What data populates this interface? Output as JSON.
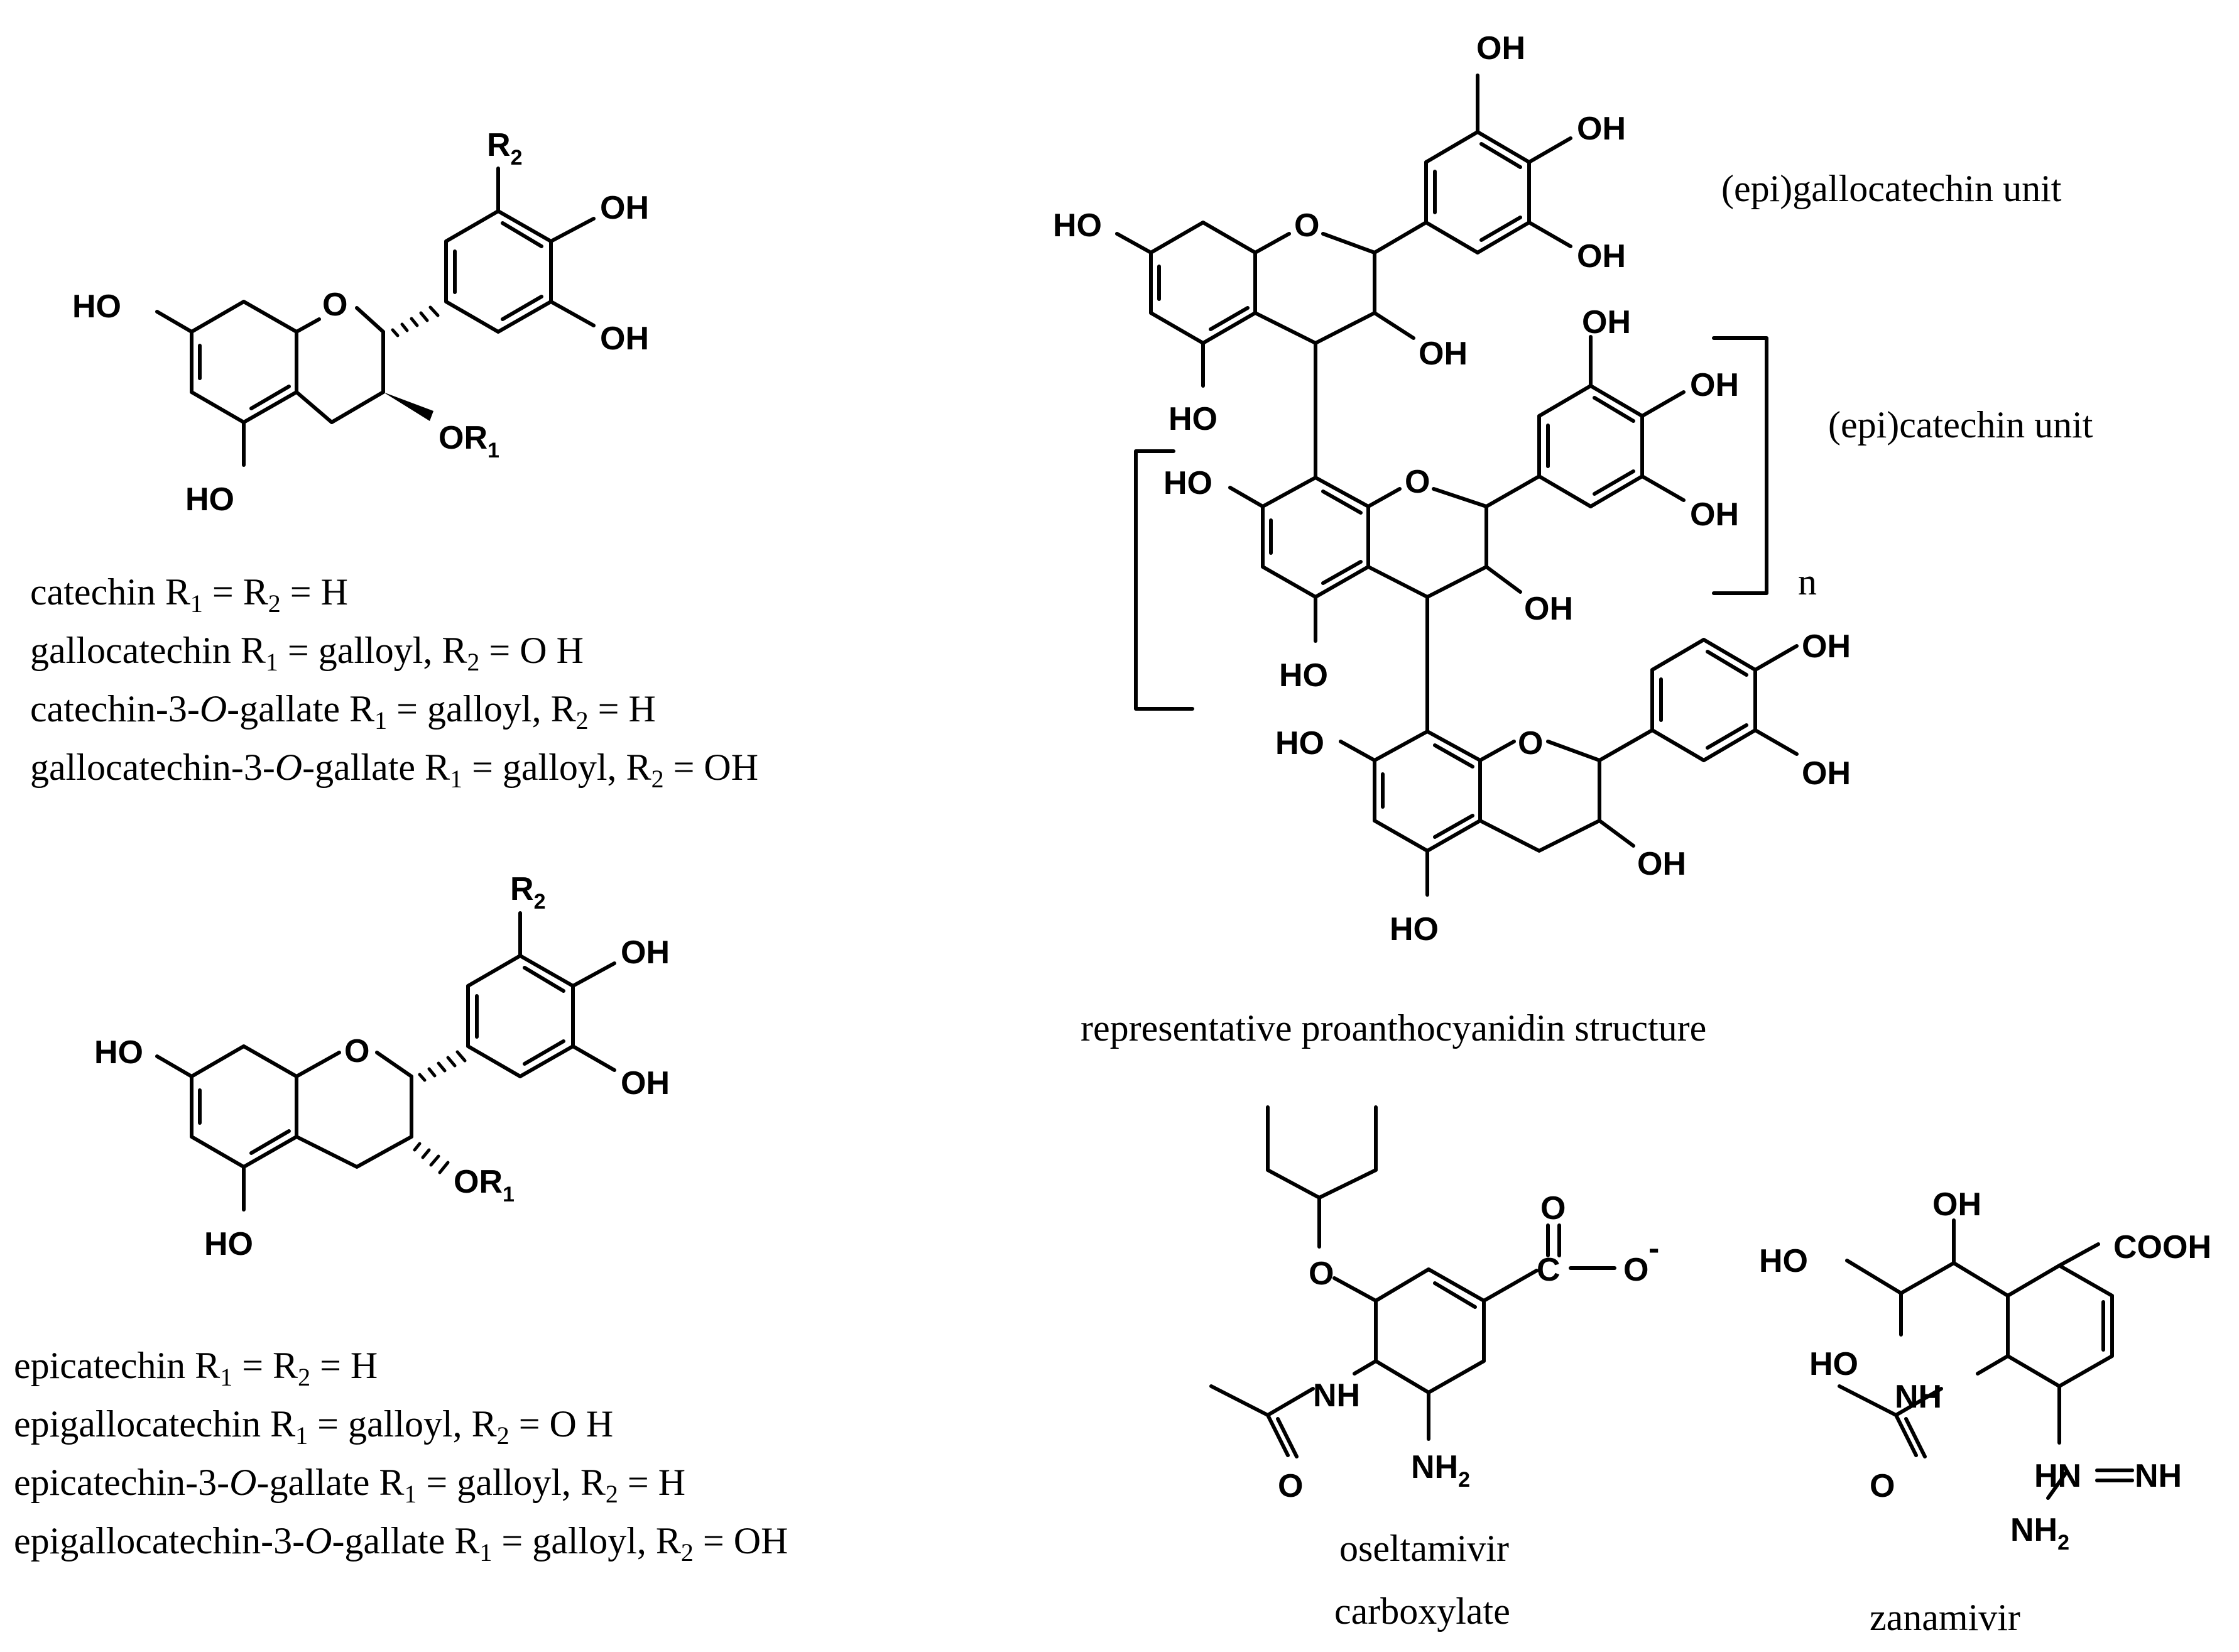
{
  "figure": {
    "catechin_series": {
      "atoms": {
        "r2": "R",
        "r2_sub": "2",
        "oh_top": "OH",
        "oh_bottom": "OH",
        "ring_o": "O",
        "ho_left": "HO",
        "ho_bottom": "HO",
        "or1": "OR",
        "or1_sub": "1"
      },
      "captions": [
        {
          "name": "catechin",
          "r1": "H",
          "r2": "H"
        },
        {
          "name": "gallocatechin",
          "r1": "galloyl",
          "r2": "O H"
        },
        {
          "name": "catechin-3-",
          "italic": "O",
          "suffix": "-gallate",
          "r1": "galloyl",
          "r2": "H"
        },
        {
          "name": "gallocatechin-3-",
          "italic": "O",
          "suffix": "-gallate",
          "r1": "galloyl",
          "r2": "OH"
        }
      ]
    },
    "epicatechin_series": {
      "atoms": {
        "r2": "R",
        "r2_sub": "2",
        "oh_top": "OH",
        "oh_bottom": "OH",
        "ring_o": "O",
        "ho_left": "HO",
        "ho_bottom": "HO",
        "or1": "OR",
        "or1_sub": "1"
      },
      "captions": [
        {
          "name": "epicatechin",
          "r1": "H",
          "r2": "H"
        },
        {
          "name": "epigallocatechin",
          "r1": "galloyl",
          "r2": "O H"
        },
        {
          "name": "epicatechin-3-",
          "italic": "O",
          "suffix": "-gallate",
          "r1": "galloyl",
          "r2": " H"
        },
        {
          "name": "epigallocatechin-3-",
          "italic": "O",
          "suffix": "-gallate",
          "r1": "galloyl",
          "r2": "OH"
        }
      ]
    },
    "proanthocyanidin": {
      "oh": "OH",
      "ho": "HO",
      "o": "O",
      "n": "n",
      "unit_top": "(epi)gallocatechin unit",
      "unit_middle": "(epi)catechin unit",
      "caption": "representative proanthocyanidin structure"
    },
    "oseltamivir": {
      "o": "O",
      "o_minus": "O",
      "minus": "-",
      "c": "C",
      "nh": "NH",
      "nh2": "NH",
      "nh2_sub": "2",
      "caption_line1": "oseltamivir",
      "caption_line2": "carboxylate"
    },
    "zanamivir": {
      "oh": "OH",
      "ho": "HO",
      "cooh": "COOH",
      "nh": "NH",
      "hn_nh": "HN",
      "nh_end": "NH",
      "nh2": "NH",
      "nh2_sub": "2",
      "o": "O",
      "caption": "zanamivir"
    }
  }
}
